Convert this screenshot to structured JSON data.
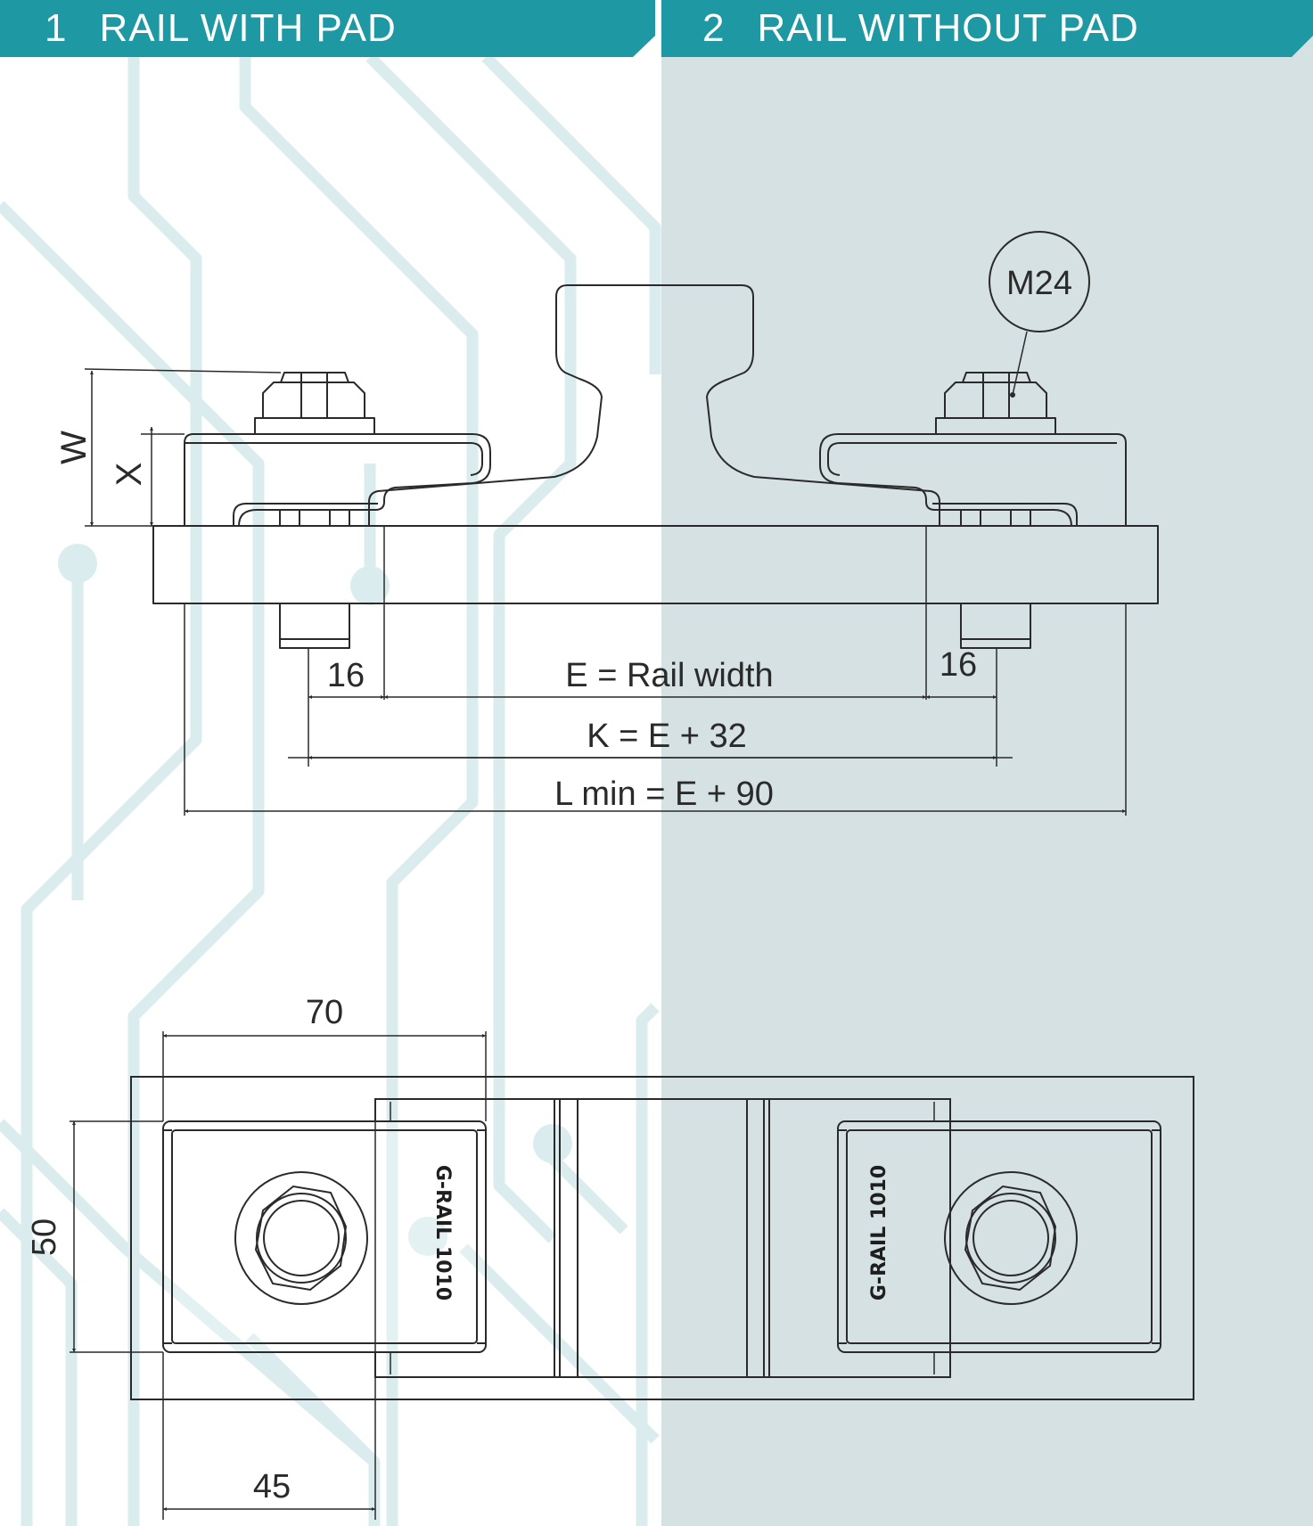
{
  "header": {
    "left": {
      "number": "1",
      "title": "RAIL WITH PAD"
    },
    "right": {
      "number": "2",
      "title": "RAIL WITHOUT PAD"
    }
  },
  "colors": {
    "banner": "#1e98a2",
    "right_panel": "#d5e1e3",
    "circuit": "#dbecee",
    "line": "#2a2a2a"
  },
  "side_view": {
    "bolt_size": "M24",
    "dim_w": "W",
    "dim_x": "X",
    "dim_left_16": "16",
    "dim_right_16": "16",
    "dim_e": "E = Rail width",
    "dim_k": "K = E + 32",
    "dim_l": "L min = E + 90"
  },
  "top_view": {
    "dim_70": "70",
    "dim_50": "50",
    "dim_45": "45",
    "clip_left_marking": "G-RAIL 1010",
    "clip_right_marking": "G-RAIL 1010"
  }
}
